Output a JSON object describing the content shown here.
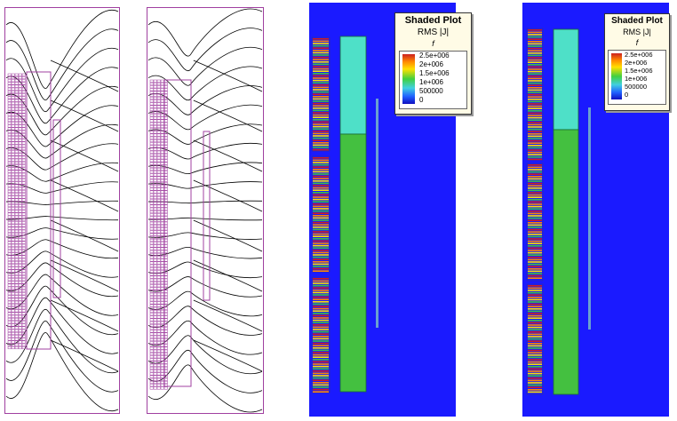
{
  "legend": {
    "title": "Shaded Plot",
    "quantity": "RMS |J|",
    "mode": "f",
    "ticks": [
      "2.5e+006",
      "2e+006",
      "1.5e+006",
      "1e+006",
      "500000",
      "0"
    ]
  },
  "colors": {
    "field_blue": "#1a1aff",
    "block_top_cyan": "#4ee0c8",
    "block_main_green": "#44c040",
    "coil_outline": "#a040a0",
    "flux_line": "#000000"
  },
  "icons": [
    "colorbar-gradient-icon"
  ]
}
